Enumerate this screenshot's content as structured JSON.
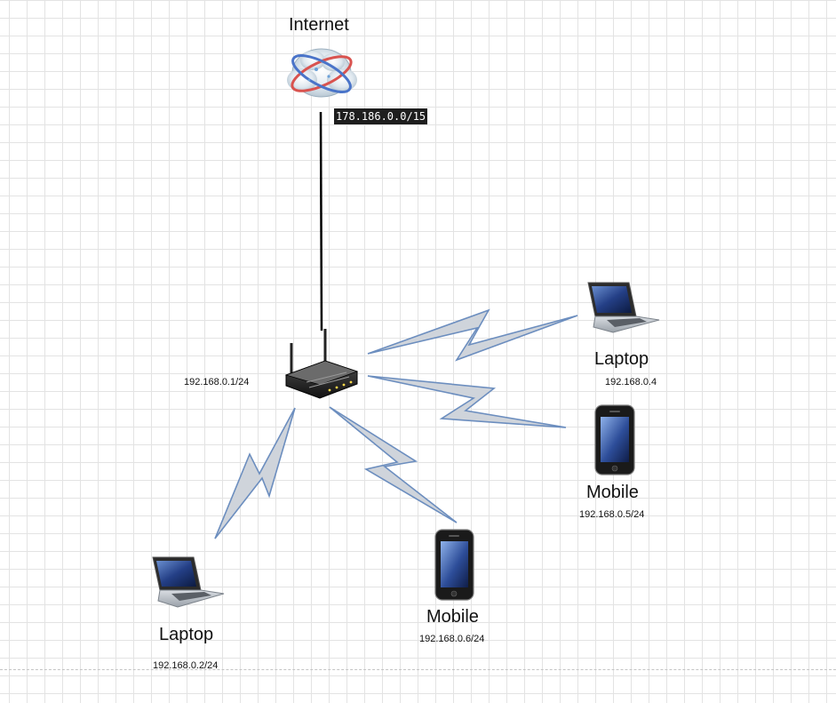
{
  "internet": {
    "label": "Internet",
    "subnet": "178.186.0.0/15",
    "icon": "cloud-globe-icon"
  },
  "router": {
    "ip": "192.168.0.1/24",
    "icon": "wireless-router-icon"
  },
  "devices": [
    {
      "type": "Laptop",
      "ip": "192.168.0.4",
      "icon": "laptop-icon"
    },
    {
      "type": "Mobile",
      "ip": "192.168.0.5/24",
      "icon": "mobile-phone-icon"
    },
    {
      "type": "Mobile",
      "ip": "192.168.0.6/24",
      "icon": "mobile-phone-icon"
    },
    {
      "type": "Laptop",
      "ip": "192.168.0.2/24",
      "icon": "laptop-icon"
    }
  ],
  "colors": {
    "wireless_fill": "#cfd4db",
    "wireless_stroke": "#6c8ebf",
    "wired_link": "#000000",
    "badge_bg": "#1e1e1e"
  }
}
